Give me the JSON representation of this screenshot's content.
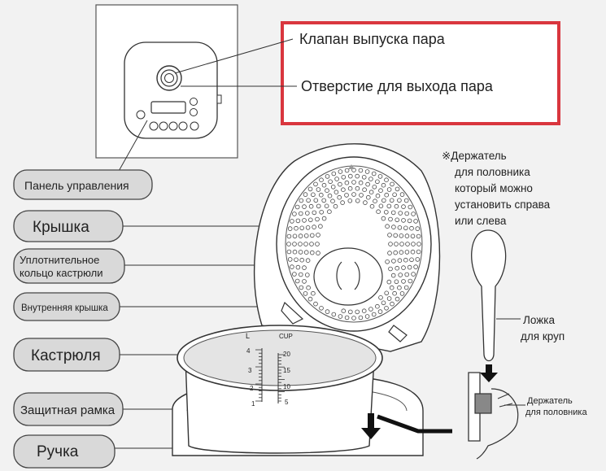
{
  "callouts": {
    "steam_valve": "Клапан выпуска пара",
    "steam_vent": "Отверстие для выхода пара"
  },
  "labels": {
    "control_panel": "Панель управления",
    "lid": "Крышка",
    "seal_line1": "Уплотнительное",
    "seal_line2": "кольцо кастрюли",
    "inner_lid": "Внутренняя крышка",
    "pot": "Кастрюля",
    "frame": "Защитная рамка",
    "handle": "Ручка"
  },
  "ladle_note": {
    "line1": "※Держатель",
    "line2": "для половника",
    "line3": "который можно",
    "line4": "установить справа",
    "line5": "или слева"
  },
  "spoon": {
    "line1": "Ложка",
    "line2": "для круп"
  },
  "holder": {
    "line1": "Держатель",
    "line2": "для половника"
  },
  "scale": {
    "left_header": "L",
    "right_header": "CUP",
    "left_marks": [
      "4",
      "3",
      "2",
      "1"
    ],
    "right_marks": [
      "20",
      "15",
      "10",
      "5"
    ]
  },
  "colors": {
    "highlight_border": "#d9363e",
    "label_fill": "#d9d9d9",
    "background": "#f2f2f2"
  }
}
